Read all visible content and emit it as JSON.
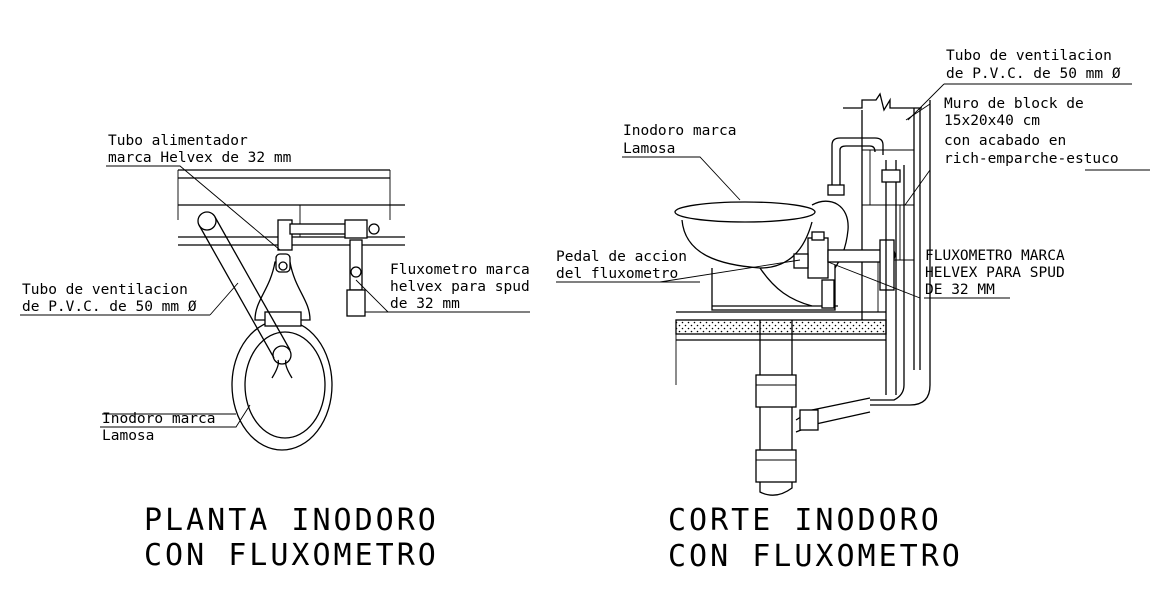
{
  "plan": {
    "label_supply": [
      "Tubo alimentador",
      "marca Helvex de 32 mm"
    ],
    "label_vent": [
      "Tubo de ventilacion",
      "de P.V.C. de 50 mm Ø"
    ],
    "label_flush": [
      "Fluxometro marca",
      "helvex para spud",
      "de 32 mm"
    ],
    "label_toilet": [
      "Inodoro marca",
      "Lamosa"
    ],
    "title": [
      "PLANTA INODORO",
      "CON FLUXOMETRO"
    ]
  },
  "section": {
    "label_vent": [
      "Tubo de ventilacion",
      "de P.V.C. de 50 mm Ø"
    ],
    "label_wall": [
      "Muro de block de",
      "15x20x40 cm",
      "con acabado en",
      "rich-emparche-estuco"
    ],
    "label_toilet": [
      "Inodoro marca",
      "Lamosa"
    ],
    "label_pedal": [
      "Pedal de accion",
      "del fluxometro"
    ],
    "label_flush": [
      "FLUXOMETRO MARCA",
      "HELVEX PARA SPUD",
      "DE 32 MM"
    ],
    "title": [
      "CORTE INODORO",
      "CON FLUXOMETRO"
    ]
  }
}
